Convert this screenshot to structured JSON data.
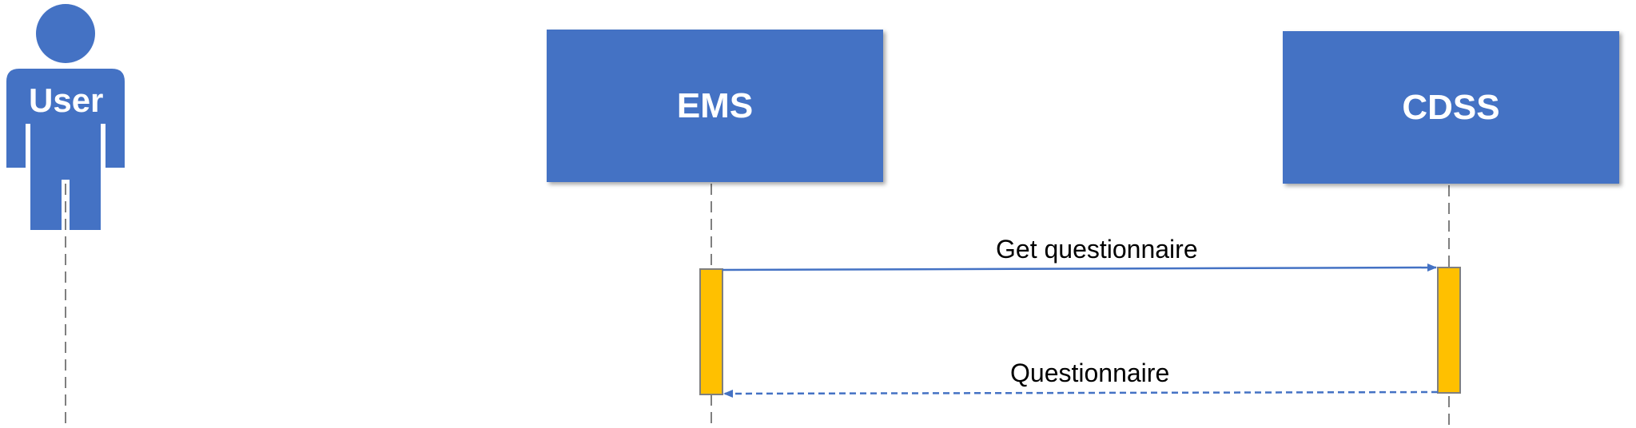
{
  "actors": {
    "user": {
      "label": "User"
    },
    "ems": {
      "label": "EMS"
    },
    "cdss": {
      "label": "CDSS"
    }
  },
  "messages": [
    {
      "label": "Get questionnaire",
      "from": "EMS",
      "to": "CDSS",
      "style": "solid"
    },
    {
      "label": "Questionnaire",
      "from": "CDSS",
      "to": "EMS",
      "style": "dashed"
    }
  ],
  "colors": {
    "actor_fill": "#4472C4",
    "activation_fill": "#FFC000",
    "lifeline": "#7F7F7F",
    "arrow": "#4472C4"
  }
}
